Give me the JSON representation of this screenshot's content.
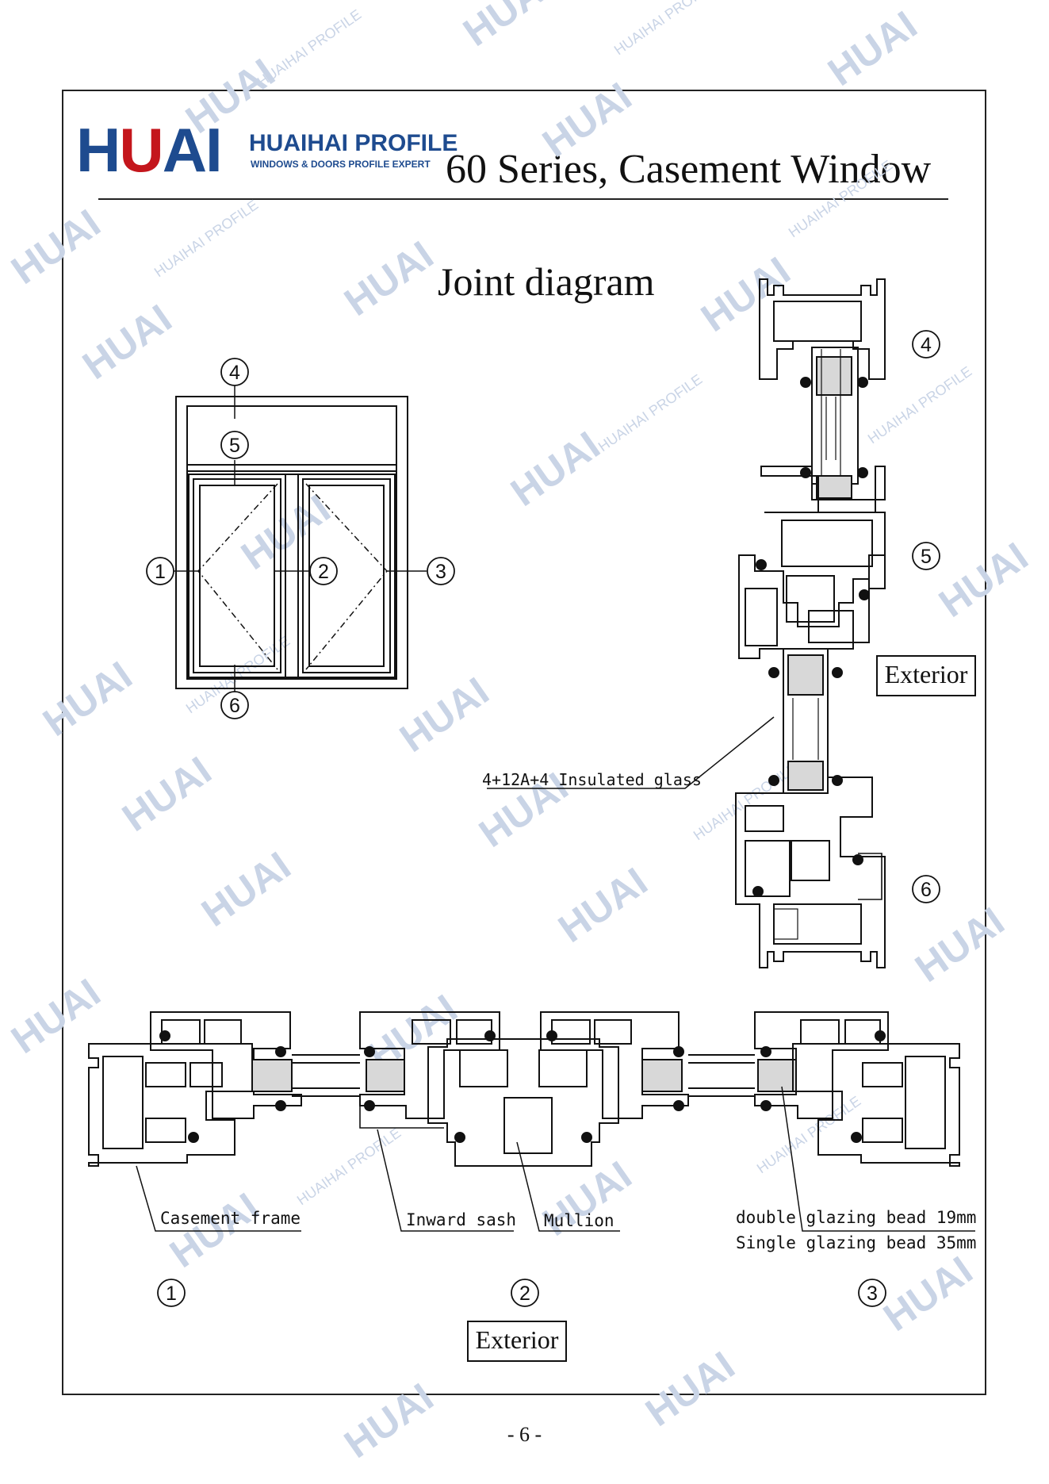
{
  "header": {
    "logo": "HUAI",
    "brand_name": "HUAIHAI PROFILE",
    "tagline": "WINDOWS & DOORS PROFILE EXPERT",
    "document_title": "60 Series, Casement Window"
  },
  "section": {
    "title": "Joint diagram"
  },
  "elevation": {
    "markers": [
      "4",
      "5",
      "1",
      "2",
      "3",
      "6"
    ]
  },
  "vertical_section": {
    "markers": [
      "4",
      "5",
      "6"
    ],
    "exterior_label": "Exterior",
    "glass_label": "4+12A+4 Insulated glass"
  },
  "horizontal_section": {
    "callouts": {
      "casement_frame": "Casement frame",
      "inward_sash": "Inward sash",
      "mullion": "Mullion",
      "double_bead": "double glazing bead 19mm",
      "single_bead": "Single glazing bead 35mm"
    },
    "markers": [
      "1",
      "2",
      "3"
    ],
    "exterior_label": "Exterior"
  },
  "footer": {
    "page_number": "- 6 -"
  },
  "watermark": {
    "text": "HUAIHAI PROFILE",
    "logo": "HUAI",
    "color": "#c7d3e6"
  }
}
